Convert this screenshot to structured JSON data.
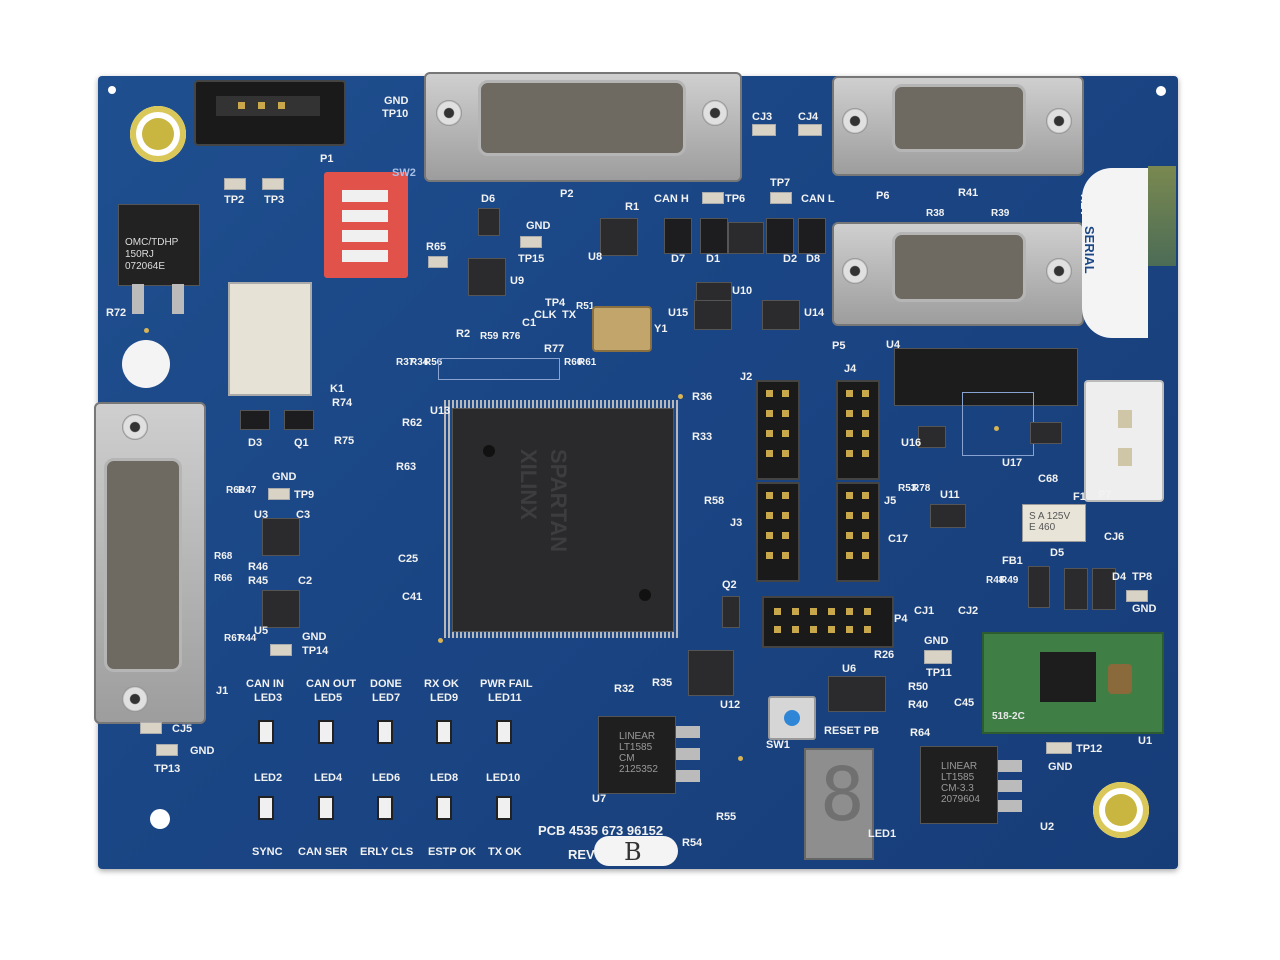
{
  "labels": {
    "gnd_tp10": "GND",
    "tp10": "TP10",
    "p1": "P1",
    "p2": "P2",
    "p6": "P6",
    "p5": "P5",
    "p7": "P7",
    "p4": "P4",
    "cj3": "CJ3",
    "cj4": "CJ4",
    "tp2": "TP2",
    "tp3": "TP3",
    "sw2": "SW2",
    "d6": "D6",
    "r1": "R1",
    "can_h": "CAN H",
    "tp6": "TP6",
    "tp7": "TP7",
    "can_l": "CAN L",
    "r41": "R41",
    "r38": "R38",
    "r39": "R39",
    "serial": "SERIAL",
    "rev_side": "REV",
    "gnd_tp15": "GND",
    "tp15": "TP15",
    "r65": "R65",
    "u8": "U8",
    "d7": "D7",
    "d1": "D1",
    "d2": "D2",
    "d8": "D8",
    "u9": "U9",
    "u10": "U10",
    "u14": "U14",
    "u15": "U15",
    "r72": "R72",
    "tdhp": "OMC/TDHP\n150RJ\n072064E",
    "tp4": "TP4",
    "clk": "CLK",
    "tx": "TX",
    "r51": "R51",
    "y1": "Y1",
    "r2": "R2",
    "r59": "R59",
    "r76": "R76",
    "c1": "C1",
    "r77": "R77",
    "r37": "R37",
    "r34": "R34",
    "r56": "R56",
    "r60": "R60",
    "r61": "R61",
    "u4": "U4",
    "k1": "K1",
    "j2": "J2",
    "j4": "J4",
    "r36": "R36",
    "r33": "R33",
    "u13": "U13",
    "r62": "R62",
    "r63": "R63",
    "r74": "R74",
    "r75": "R75",
    "d3": "D3",
    "q1": "Q1",
    "u16": "U16",
    "u17": "U17",
    "c68": "C68",
    "xilinx": "XILINX",
    "spartan": "SPARTAN",
    "gnd_tp9": "GND",
    "tp9": "TP9",
    "r69": "R69",
    "r47": "R47",
    "u3": "U3",
    "c3": "C3",
    "r58": "R58",
    "j5": "J5",
    "r53": "R53",
    "r78": "R78",
    "u11": "U11",
    "f1": "F1",
    "j3": "J3",
    "c17": "C17",
    "cj6": "CJ6",
    "r68": "R68",
    "r46": "R46",
    "r45": "R45",
    "c2": "C2",
    "c25": "C25",
    "fb1": "FB1",
    "d5": "D5",
    "d4": "D4",
    "tp8": "TP8",
    "gnd_tp8": "GND",
    "r66": "R66",
    "r48": "R48",
    "r49": "R49",
    "q2": "Q2",
    "c41": "C41",
    "cj1": "CJ1",
    "cj2": "CJ2",
    "r67": "R67",
    "r44": "R44",
    "u5": "U5",
    "gnd_tp14": "GND",
    "tp14": "TP14",
    "r26": "R26",
    "gnd_tp11": "GND",
    "tp11": "TP11",
    "u6": "U6",
    "r50": "R50",
    "j1": "J1",
    "can_in": "CAN IN",
    "led3": "LED3",
    "can_out": "CAN OUT",
    "led5": "LED5",
    "done": "DONE",
    "led7": "LED7",
    "rx_ok": "RX OK",
    "led9": "LED9",
    "pwr_fail": "PWR FAIL",
    "led11": "LED11",
    "r32": "R32",
    "r35": "R35",
    "u12": "U12",
    "r40": "R40",
    "c45": "C45",
    "u1": "U1",
    "cj5": "CJ5",
    "tp13": "TP13",
    "gnd_tp13": "GND",
    "sw1": "SW1",
    "reset_pb": "RESET PB",
    "r64": "R64",
    "tp12": "TP12",
    "gnd_tp12": "GND",
    "led2": "LED2",
    "led4": "LED4",
    "led6": "LED6",
    "led8": "LED8",
    "led10": "LED10",
    "u7": "U7",
    "lt1585_u7": "LINEAR\nLT1585\nCM\n2125352",
    "lt1585_u2": "LINEAR\nLT1585\nCM-3.3\n2079604",
    "u2": "U2",
    "led1": "LED1",
    "seg_digit": "8",
    "r55": "R55",
    "r54": "R54",
    "pcb": "PCB 4535 673 96152",
    "rev": "REV",
    "rev_value": "B",
    "sync": "SYNC",
    "can_ser": "CAN SER",
    "erly_cls": "ERLY CLS",
    "estp_ok": "ESTP OK",
    "tx_ok": "TX OK",
    "module": "518-2C",
    "fuse": "S A 125V\nE 460"
  },
  "colors": {
    "board": "#1c4887",
    "silkscreen": "#f2f2f2",
    "dip_switch": "#e0524a",
    "gold": "#c9b640",
    "module": "#3f7f45"
  }
}
